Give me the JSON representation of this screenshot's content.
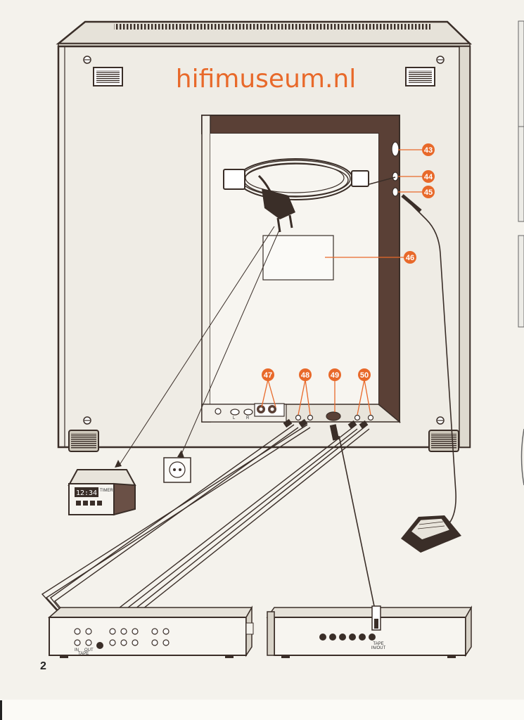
{
  "watermark": "hifimuseum.nl",
  "page_number": "2",
  "callouts": [
    "43",
    "44",
    "45",
    "46",
    "47",
    "48",
    "49",
    "50"
  ],
  "timer": {
    "display": "12:34",
    "label": "TIMER"
  },
  "panel_labels": {
    "l": "L",
    "r": "R"
  },
  "amp_labels": {
    "in": "IN",
    "out": "OUT",
    "tape": "TAPE"
  },
  "receiver_labels": {
    "tape": "TAPE",
    "inout": "IN/OUT"
  },
  "colors": {
    "accent": "#e8692a",
    "ink": "#3a2e28",
    "paper": "#f4f2ec"
  }
}
